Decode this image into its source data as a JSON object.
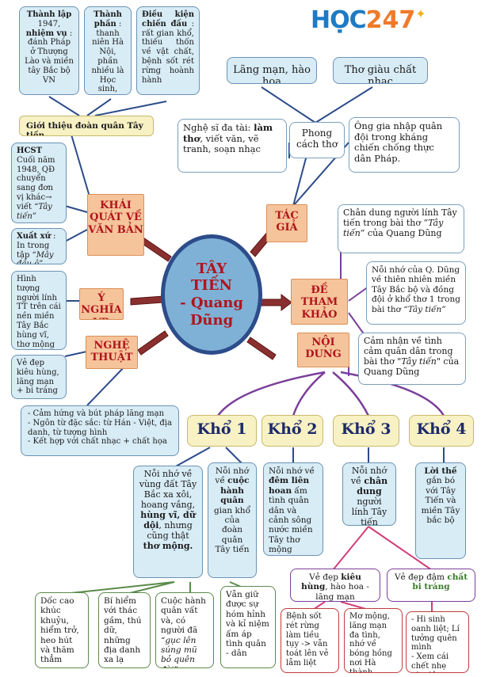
{
  "logo": {
    "text_hoc": "HỌC",
    "text_num": "247"
  },
  "center": {
    "line1": "TÂY",
    "line2": "TIẾN",
    "line3": "- Quang",
    "line4": "Dũng"
  },
  "branches": {
    "khai_quat": "KHÁI QUÁT VỀ VĂN BẢN",
    "tac_gia": "TÁC GIẢ",
    "y_nghia": "Ý NGHĨA VB",
    "nghe_thuat": "NGHỆ THUẬT",
    "de_tham_khao": "ĐỀ THAM KHẢO",
    "noi_dung": "NỘI DUNG"
  },
  "khai_quat": {
    "thanh_lap": {
      "label": "Thành lập",
      "year": "1947,",
      "nv_label": "nhiệm vụ",
      "nv": ": đánh Pháp ở Thượng Lào và miền tây Bắc bộ VN"
    },
    "thanh_phan": {
      "label": "Thành phần",
      "text": ": thanh niên Hà Nội, phần nhiều là Học sinh, sinh viên"
    },
    "dieu_kien": {
      "label": "Điều kiện chiến đấu",
      "text": ": rất gian khổ, thiếu thốn về vật chất, bệnh sốt rét rừng hoành hành"
    },
    "gioi_thieu": "Giới thiệu đoàn quân Tây tiến",
    "hcst": {
      "label": "HCST",
      "text": "Cuối năm 1948, QĐ chuyển sang đơn vị khác→ viết",
      "italic": "“Tây tiến”"
    },
    "xuat_xu": {
      "label": "Xuất xứ",
      "text": ": In trong tập",
      "italic": "“Mây đầu ô”"
    }
  },
  "y_nghia": {
    "text": "Hình tượng người lính TT trên cái nền miền Tây Bắc hùng vĩ, thơ mộng"
  },
  "nghe_thuat": {
    "ve_dep": "Vẻ đẹp kiêu hùng, lãng mạn + bi tráng",
    "items": [
      "- Cảm hứng và bút pháp lãng mạn",
      "- Ngôn từ đặc sắc: từ Hán - Việt, địa danh, từ tượng hình",
      "- Kết hợp với chất nhạc + chất họa"
    ]
  },
  "tac_gia": {
    "lang_man": "Lãng mạn, hào hoa",
    "tho_giau": "Thơ giàu chất nhạc",
    "phong_cach": "Phong cách thơ",
    "nghe_si": {
      "pre": "Nghệ sĩ đa tài:",
      "b1": "làm thơ",
      "post": ", viết văn, vẽ tranh, soạn nhạc"
    },
    "gia_nhap": "Ông gia nhập quân đội trong kháng chiến chống thực dân Pháp."
  },
  "de_tham_khao": {
    "de1": {
      "text": "Chân dung người lính Tây tiến trong bài thơ",
      "italic": "“Tây tiến”",
      "post": "của Quang Dũng"
    },
    "de2": {
      "text": "Nỗi nhớ của Q. Dũng về thiên nhiên miền Tây Bắc bộ và đồng đội ở khổ thơ 1 trong bài thơ",
      "italic": "“Tây tiến”"
    },
    "de3": {
      "text": "Cảm nhận về tình cảm quân dân trong bài thơ",
      "italic": "\"Tây tiến\"",
      "post": "của Quang Dũng"
    }
  },
  "noi_dung": {
    "kho": [
      "Khổ 1",
      "Khổ 2",
      "Khổ 3",
      "Khổ 4"
    ],
    "kho1a": {
      "pre": "Nỗi nhớ về vùng đất Tây Bắc xa xôi, hoang vắng,",
      "b1": "hùng vĩ, dữ dội",
      "mid": ", nhưng cũng thật",
      "b2": "thơ mộng."
    },
    "kho1b": {
      "pre": "Nỗi nhớ về",
      "b1": "cuộc hành quân",
      "post": "gian khổ của đoàn quân Tây tiến"
    },
    "kho2": {
      "pre": "Nỗi nhớ về",
      "b1": "đêm liên hoan",
      "post": "ấm tình quân dân và cảnh sông nước miền Tây thơ mộng"
    },
    "kho3": {
      "pre": "Nỗi nhớ về",
      "b1": "chân dung",
      "post": "người lính Tây tiến"
    },
    "kho4": {
      "b1": "Lời thề",
      "post": "gắn bó với Tây Tiến và miền Tây bắc bộ"
    },
    "kieu_hung": {
      "pre": "Vẻ đẹp",
      "b1": "kiêu hùng",
      "post": ", hào hoa - lãng mạn"
    },
    "bi_trang": {
      "pre": "Vẻ đẹp đậm",
      "b1": "chất bi tráng"
    },
    "sub": [
      "Dốc cao khúc khuỷu, hiểm trở, heo hút và thăm thẳm",
      "Bí hiểm với thác gầm, thú dữ, những địa danh xa lạ",
      "Cuộc hành quân vất và, có người đã",
      "“gục lên súng mũ bỏ quên đời”",
      "Vẫn giữ được sự hóm hỉnh và kỉ niệm ấm áp tình quân - dân",
      "Bệnh sốt rét rừng làm tiều tụy -> vẫn toát lên vẻ lẫm liệt",
      "Mơ mộng, lãng mạn đa tình, nhớ về bóng hồng nơi Hà thành",
      "- Hi sinh oanh liệt; Lí tưởng quên mình",
      "- Xem cái chết nhẹ như lông hồng"
    ]
  },
  "colors": {
    "connector_main": "#8a2f2f",
    "connector_blue": "#2c4c8a",
    "connector_purple": "#7a3f9a",
    "connector_pink": "#d23d7a"
  }
}
